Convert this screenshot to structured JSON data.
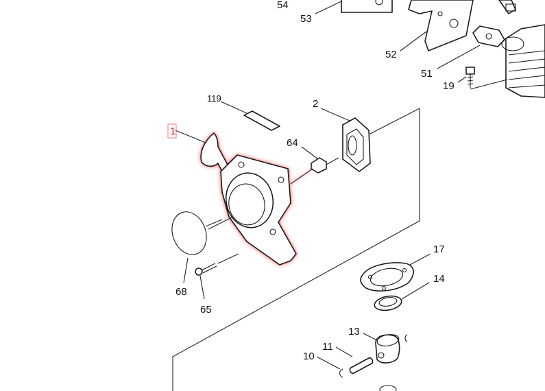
{
  "callouts": [
    {
      "id": "54",
      "text": "54"
    },
    {
      "id": "53",
      "text": "53"
    },
    {
      "id": "52",
      "text": "52"
    },
    {
      "id": "51",
      "text": "51"
    },
    {
      "id": "19",
      "text": "19"
    },
    {
      "id": "119",
      "text": "119"
    },
    {
      "id": "2",
      "text": "2"
    },
    {
      "id": "1",
      "text": "1"
    },
    {
      "id": "64",
      "text": "64"
    },
    {
      "id": "68",
      "text": "68"
    },
    {
      "id": "65",
      "text": "65"
    },
    {
      "id": "17",
      "text": "17"
    },
    {
      "id": "14",
      "text": "14"
    },
    {
      "id": "13",
      "text": "13"
    },
    {
      "id": "11",
      "text": "11"
    },
    {
      "id": "10",
      "text": "10"
    }
  ],
  "highlight": {
    "part": "1",
    "color": "#ff3b3b"
  }
}
